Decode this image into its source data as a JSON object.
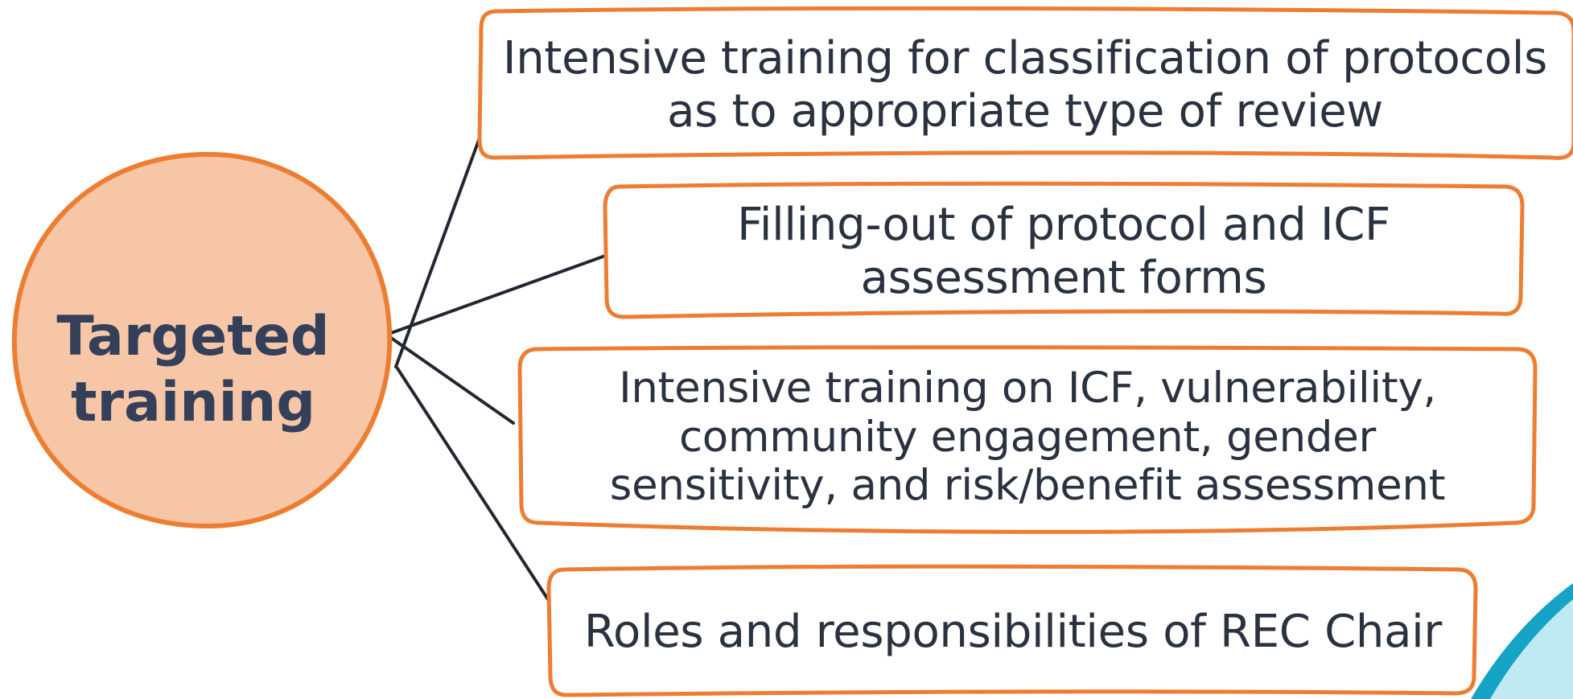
{
  "center": {
    "line1": "Targeted",
    "line2": "training"
  },
  "items": [
    {
      "line1": "Intensive training for classification of protocols",
      "line2": "as to appropriate type of review"
    },
    {
      "line1": "Filling-out of protocol and ICF",
      "line2": "assessment forms"
    },
    {
      "line1": "Intensive training on ICF, vulnerability,",
      "line2": "community engagement, gender",
      "line3": "sensitivity, and risk/benefit assessment"
    },
    {
      "line1": "Roles and responsibilities of REC Chair"
    }
  ],
  "colors": {
    "accent_orange": "#ed7d31",
    "circle_fill": "#f6c6a6",
    "circle_shadow": "#f9dcc6",
    "text_dark": "#2a3240",
    "connector": "#222831",
    "corner_teal": "#15a3c6",
    "corner_light": "#bfeaf3"
  }
}
